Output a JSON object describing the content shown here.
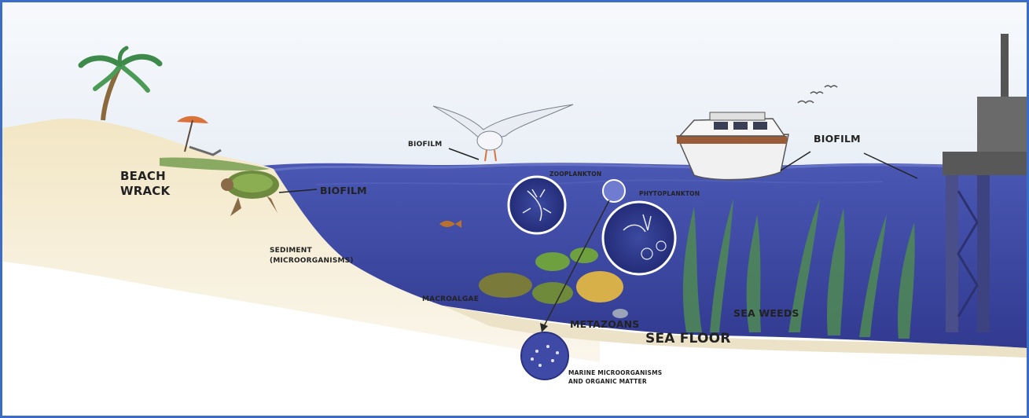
{
  "labels": {
    "beach_wrack_1": "BEACH",
    "beach_wrack_2": "WRACK",
    "biofilm_turtle": "BIOFILM",
    "biofilm_bird": "BIOFILM",
    "biofilm_boat": "BIOFILM",
    "zooplankton": "ZOOPLANKTON",
    "phytoplankton": "PHYTOPLANKTON",
    "sediment_1": "SEDIMENT",
    "sediment_2": "(MICROORGANISMS)",
    "macroalgae": "MACROALGAE",
    "metazoans": "METAZOANS",
    "sea_floor": "SEA FLOOR",
    "sea_weeds": "SEA WEEDS",
    "marine_1": "MARINE MICROORGANISMS",
    "marine_2": "AND ORGANIC MATTER"
  },
  "colors": {
    "frame_border": "#3b6cc7",
    "sea": "#3f4aa6",
    "sea_deep": "#2f3586",
    "sand": "#efe4c8",
    "sky": "#f3f6fb"
  }
}
